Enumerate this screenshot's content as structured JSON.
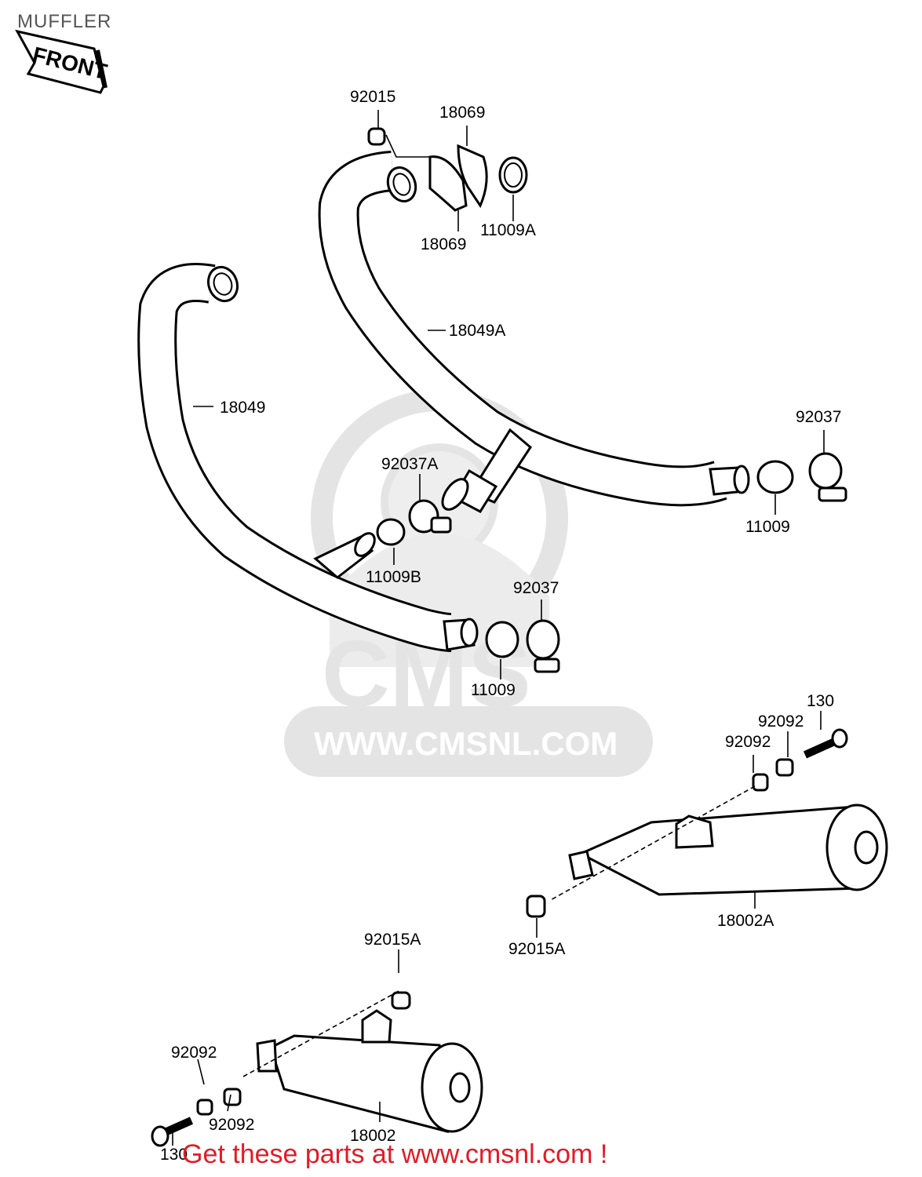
{
  "title": "MUFFLER",
  "front_label": "FRONT",
  "watermark": {
    "logo_text": "CMS",
    "url_text": "WWW.CMSNL.COM"
  },
  "parts": {
    "p92015": "92015",
    "p18069_top": "18069",
    "p18069_bottom": "18069",
    "p11009A": "11009A",
    "p18049A": "18049A",
    "p18049": "18049",
    "p92037_right": "92037",
    "p11009_right": "11009",
    "p92037A": "92037A",
    "p11009B": "11009B",
    "p92037_mid": "92037",
    "p11009_mid": "11009",
    "p130_right": "130",
    "p92092_right_upper": "92092",
    "p92092_right_lower": "92092",
    "p18002A": "18002A",
    "p92015A_right": "92015A",
    "p92015A_left": "92015A",
    "p92092_left_upper": "92092",
    "p92092_left_lower": "92092",
    "p18002": "18002",
    "p130_left": "130"
  },
  "footer_text": "Get these parts at www.cmsnl.com !",
  "colors": {
    "footer": "#e31b23",
    "line": "#000000",
    "watermark": "#e4e4e4"
  }
}
